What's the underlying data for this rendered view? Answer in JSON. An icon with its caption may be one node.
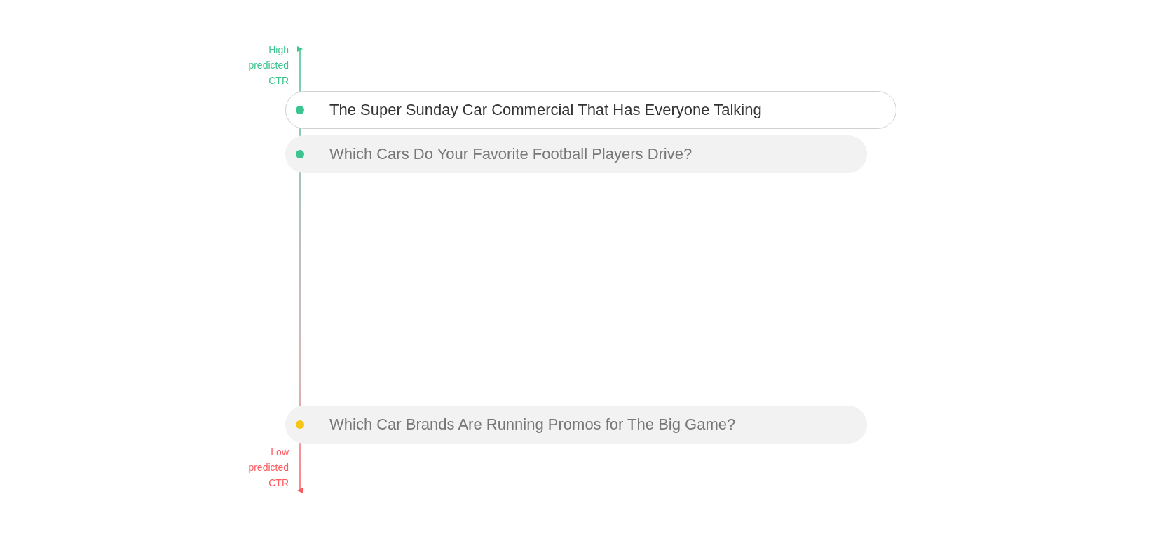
{
  "diagram": {
    "nodes": [
      {
        "text": [
          "The Super Sunday Car Commercial That Has Everyone Talking"
        ]
      },
      {
        "text": [
          "Which Cars Do Your Favorite Football Players Drive?"
        ]
      },
      {
        "text": [
          "Which Car Brands Are Running Promos for The Big Game?"
        ]
      }
    ],
    "labels": [
      "High predicted CTR",
      "Low predicted CTR"
    ]
  }
}
